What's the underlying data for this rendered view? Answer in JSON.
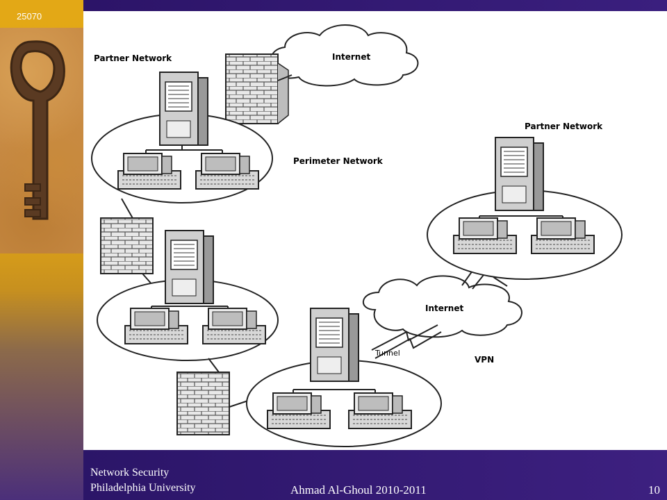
{
  "slide": {
    "top_label": "25070",
    "footer": {
      "course": "Network Security",
      "university": "Philadelphia University",
      "author": "Ahmad Al-Ghoul 2010-2011",
      "page_number": "10"
    }
  },
  "diagram": {
    "labels": {
      "partner_network_left": "Partner Network",
      "partner_network_right": "Partner Network",
      "internet_top": "Internet",
      "internet_bottom": "Internet",
      "perimeter_network": "Perimeter Network",
      "tunnel": "Tunnel",
      "vpn": "VPN"
    }
  }
}
